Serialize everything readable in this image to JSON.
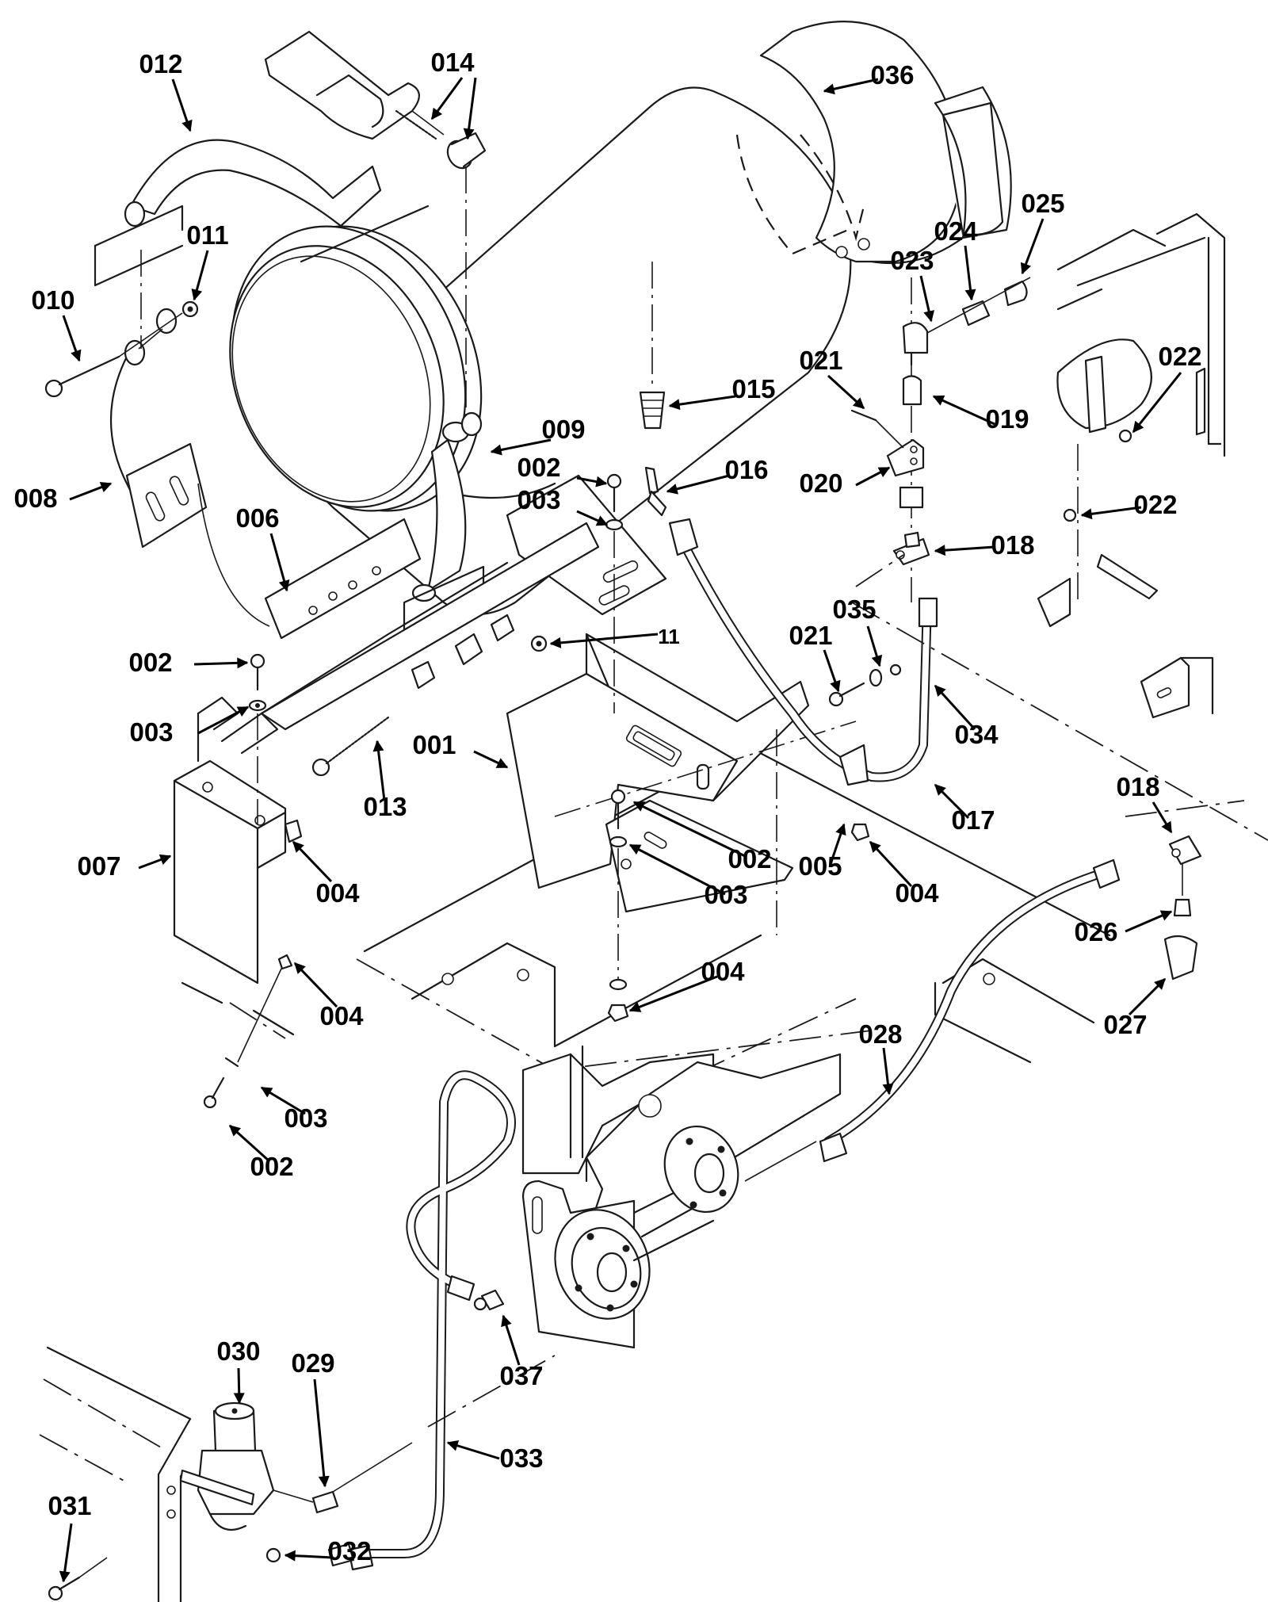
{
  "diagram": {
    "type": "exploded-parts-diagram",
    "subject": "Burner / fuel system assembly",
    "callouts": [
      "012",
      "014",
      "036",
      "011",
      "010",
      "008",
      "009",
      "015",
      "016",
      "023",
      "024",
      "025",
      "021",
      "019",
      "020",
      "022",
      "022",
      "018",
      "002",
      "003",
      "006",
      "11",
      "002",
      "003",
      "035",
      "021",
      "034",
      "001",
      "013",
      "007",
      "004",
      "002",
      "003",
      "005",
      "017",
      "004",
      "018",
      "026",
      "027",
      "004",
      "004",
      "028",
      "003",
      "002",
      "037",
      "030",
      "029",
      "033",
      "031",
      "032"
    ],
    "part_numbers": [
      "001",
      "002",
      "003",
      "004",
      "005",
      "006",
      "007",
      "008",
      "009",
      "010",
      "11",
      "012",
      "013",
      "014",
      "015",
      "016",
      "017",
      "018",
      "019",
      "020",
      "021",
      "022",
      "023",
      "024",
      "025",
      "026",
      "027",
      "028",
      "029",
      "030",
      "031",
      "032",
      "033",
      "034",
      "035",
      "036",
      "037"
    ]
  }
}
